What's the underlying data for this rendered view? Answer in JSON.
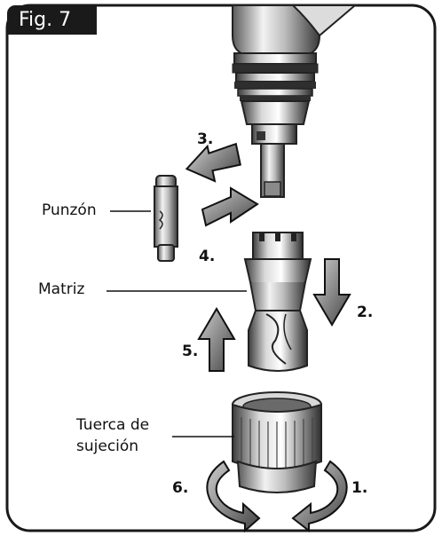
{
  "figure": {
    "title": "Fig. 7"
  },
  "labels": {
    "punch": "Punzón",
    "die": "Matriz",
    "nut_line1": "Tuerca de",
    "nut_line2": "sujeción"
  },
  "steps": {
    "s1": "1.",
    "s2": "2.",
    "s3": "3.",
    "s4": "4.",
    "s5": "5.",
    "s6": "6."
  },
  "colors": {
    "frame": "#1a1a1a",
    "metal_dark": "#4a4a4a",
    "metal_mid": "#9a9a9a",
    "metal_light": "#e8e8e8"
  }
}
